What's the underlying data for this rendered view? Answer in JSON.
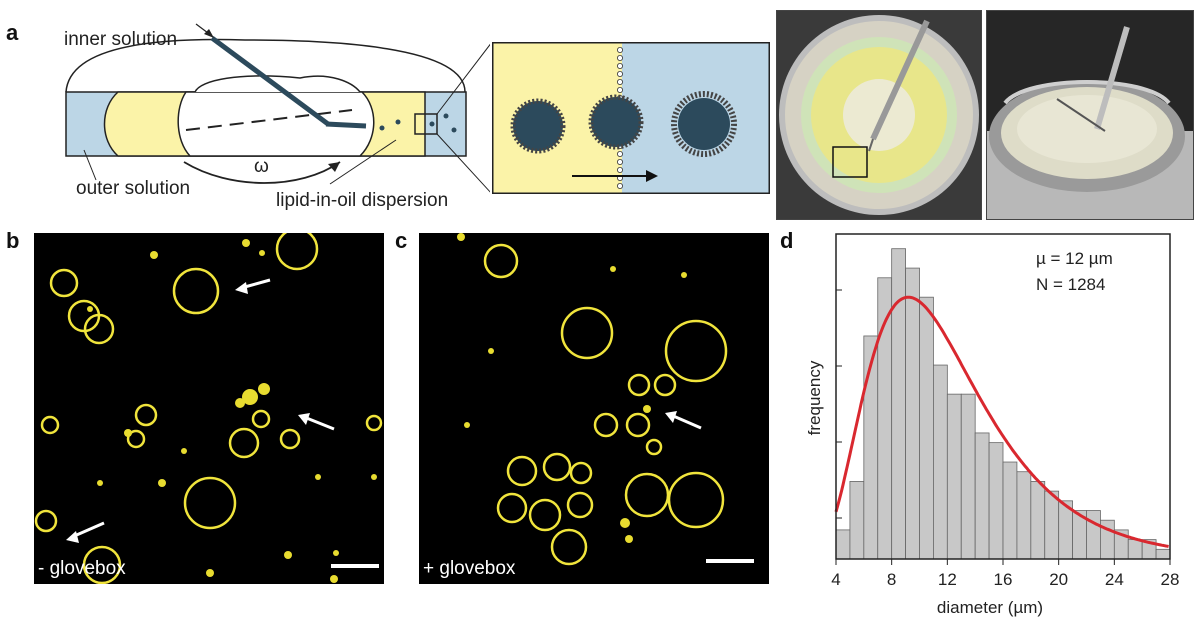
{
  "panel_letters": {
    "a": "a",
    "b": "b",
    "c": "c",
    "d": "d"
  },
  "schematic": {
    "inner_solution": "inner solution",
    "outer_solution": "outer solution",
    "lipid_dispersion": "lipid-in-oil dispersion",
    "omega": "ω"
  },
  "micrographs": {
    "b_condition": "- glovebox",
    "c_condition": "+ glovebox"
  },
  "colors": {
    "aqueous": "#bcd6e6",
    "oil": "#fbf3a8",
    "vesicle": "#e8e04a",
    "histogram_bar": "#c8c8c8",
    "fit_curve": "#d9282f"
  },
  "chart_data": {
    "type": "bar",
    "xlabel": "diameter (µm)",
    "ylabel": "frequency",
    "xlim": [
      4,
      28
    ],
    "x_ticks": [
      4,
      8,
      12,
      16,
      20,
      24,
      28
    ],
    "bin_width": 1,
    "bin_starts": [
      4,
      5,
      6,
      7,
      8,
      9,
      10,
      11,
      12,
      13,
      14,
      15,
      16,
      17,
      18,
      19,
      20,
      21,
      22,
      23,
      24,
      25,
      26,
      27
    ],
    "values": [
      3,
      8,
      23,
      29,
      32,
      30,
      27,
      20,
      17,
      17,
      13,
      12,
      10,
      9,
      8,
      7,
      6,
      5,
      5,
      4,
      3,
      2,
      2,
      1
    ],
    "annotations": [
      "µ = 12 µm",
      "N = 1284"
    ],
    "fit_curve": {
      "type": "log-normal fit",
      "mode": 9.2,
      "peak": 27
    }
  }
}
